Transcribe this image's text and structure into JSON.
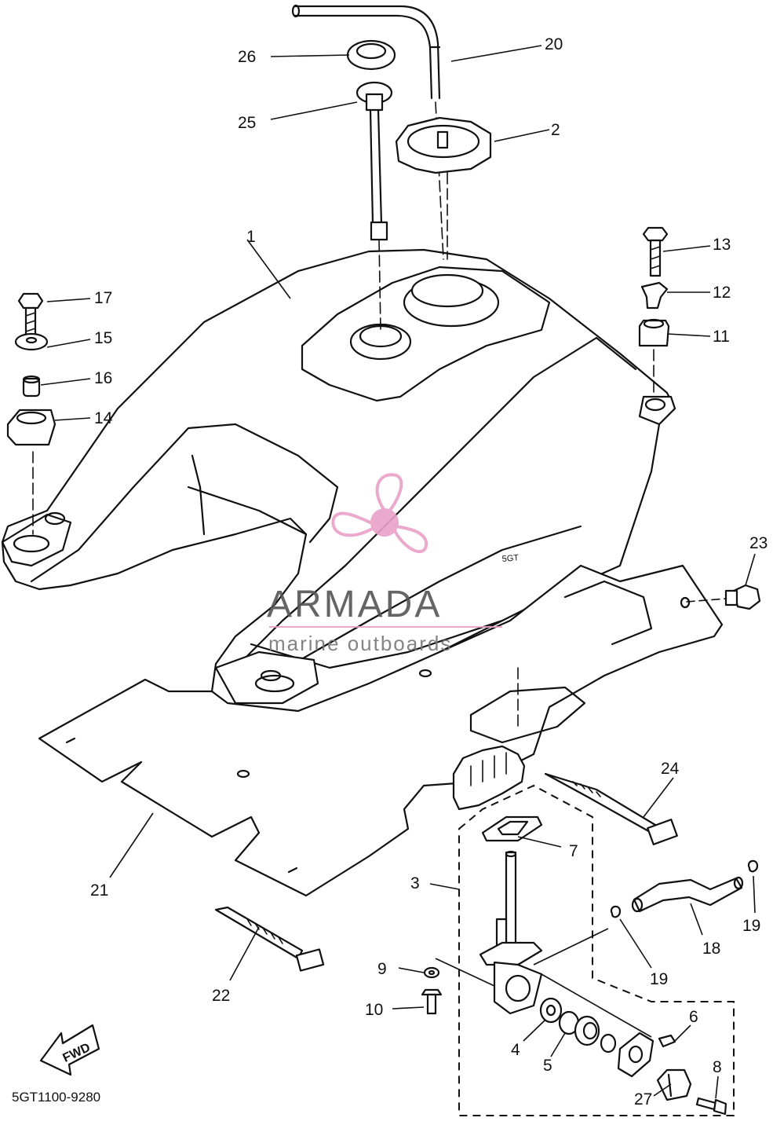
{
  "diagram": {
    "code": "5GT1100-9280",
    "fwd_label": "FWD",
    "callouts": [
      {
        "id": "c1",
        "text": "1"
      },
      {
        "id": "c2",
        "text": "2"
      },
      {
        "id": "c3",
        "text": "3"
      },
      {
        "id": "c4",
        "text": "4"
      },
      {
        "id": "c5",
        "text": "5"
      },
      {
        "id": "c6",
        "text": "6"
      },
      {
        "id": "c7",
        "text": "7"
      },
      {
        "id": "c8",
        "text": "8"
      },
      {
        "id": "c9",
        "text": "9"
      },
      {
        "id": "c10",
        "text": "10"
      },
      {
        "id": "c11",
        "text": "11"
      },
      {
        "id": "c12",
        "text": "12"
      },
      {
        "id": "c13",
        "text": "13"
      },
      {
        "id": "c14",
        "text": "14"
      },
      {
        "id": "c15",
        "text": "15"
      },
      {
        "id": "c16",
        "text": "16"
      },
      {
        "id": "c17",
        "text": "17"
      },
      {
        "id": "c18",
        "text": "18"
      },
      {
        "id": "c19a",
        "text": "19"
      },
      {
        "id": "c19b",
        "text": "19"
      },
      {
        "id": "c20",
        "text": "20"
      },
      {
        "id": "c21",
        "text": "21"
      },
      {
        "id": "c22",
        "text": "22"
      },
      {
        "id": "c23",
        "text": "23"
      },
      {
        "id": "c24",
        "text": "24"
      },
      {
        "id": "c25",
        "text": "25"
      },
      {
        "id": "c26",
        "text": "26"
      },
      {
        "id": "c27",
        "text": "27"
      }
    ]
  },
  "watermark": {
    "brand": "ARMADA",
    "tagline": "marine outboards",
    "color": "#e8a0c8"
  },
  "colors": {
    "ink": "#111111",
    "paper": "#ffffff",
    "accent": "#e8a0c8"
  }
}
